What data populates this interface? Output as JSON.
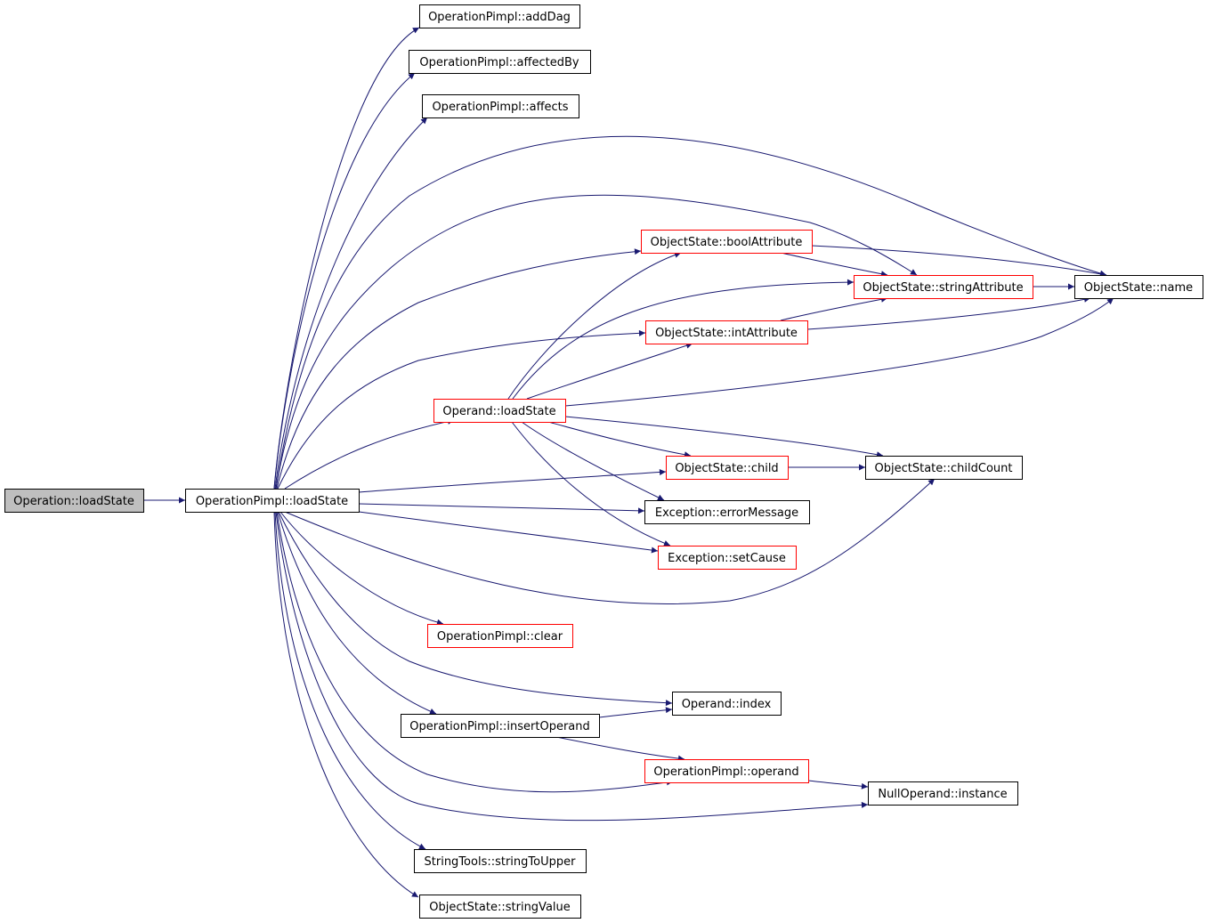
{
  "colors": {
    "edge": "#191970",
    "node_fill": "#ffffff",
    "root_fill": "#bfbfbf",
    "border_normal": "#000000",
    "border_truncated": "#ff0000"
  },
  "nodes": [
    {
      "id": "op_loadstate",
      "label": "Operation::loadState",
      "style": "root"
    },
    {
      "id": "pimpl_loadstate",
      "label": "OperationPimpl::loadState",
      "style": "normal"
    },
    {
      "id": "adddag",
      "label": "OperationPimpl::addDag",
      "style": "normal"
    },
    {
      "id": "affectedby",
      "label": "OperationPimpl::affectedBy",
      "style": "normal"
    },
    {
      "id": "affects",
      "label": "OperationPimpl::affects",
      "style": "normal"
    },
    {
      "id": "boolattr",
      "label": "ObjectState::boolAttribute",
      "style": "truncated"
    },
    {
      "id": "stringattr",
      "label": "ObjectState::stringAttribute",
      "style": "truncated"
    },
    {
      "id": "name",
      "label": "ObjectState::name",
      "style": "normal"
    },
    {
      "id": "intattr",
      "label": "ObjectState::intAttribute",
      "style": "truncated"
    },
    {
      "id": "operand_loadstate",
      "label": "Operand::loadState",
      "style": "truncated"
    },
    {
      "id": "child",
      "label": "ObjectState::child",
      "style": "truncated"
    },
    {
      "id": "childcount",
      "label": "ObjectState::childCount",
      "style": "normal"
    },
    {
      "id": "errormsg",
      "label": "Exception::errorMessage",
      "style": "normal"
    },
    {
      "id": "setcause",
      "label": "Exception::setCause",
      "style": "truncated"
    },
    {
      "id": "clear",
      "label": "OperationPimpl::clear",
      "style": "truncated"
    },
    {
      "id": "index",
      "label": "Operand::index",
      "style": "normal"
    },
    {
      "id": "insertoperand",
      "label": "OperationPimpl::insertOperand",
      "style": "normal"
    },
    {
      "id": "operand",
      "label": "OperationPimpl::operand",
      "style": "truncated"
    },
    {
      "id": "nullinstance",
      "label": "NullOperand::instance",
      "style": "normal"
    },
    {
      "id": "touppper",
      "label": "StringTools::stringToUpper",
      "style": "normal"
    },
    {
      "id": "stringvalue",
      "label": "ObjectState::stringValue",
      "style": "normal"
    }
  ],
  "edges": [
    {
      "from": "op_loadstate",
      "to": "pimpl_loadstate"
    },
    {
      "from": "pimpl_loadstate",
      "to": "adddag"
    },
    {
      "from": "pimpl_loadstate",
      "to": "affectedby"
    },
    {
      "from": "pimpl_loadstate",
      "to": "affects"
    },
    {
      "from": "pimpl_loadstate",
      "to": "name"
    },
    {
      "from": "pimpl_loadstate",
      "to": "stringattr"
    },
    {
      "from": "pimpl_loadstate",
      "to": "boolattr"
    },
    {
      "from": "pimpl_loadstate",
      "to": "intattr"
    },
    {
      "from": "pimpl_loadstate",
      "to": "operand_loadstate"
    },
    {
      "from": "pimpl_loadstate",
      "to": "child"
    },
    {
      "from": "pimpl_loadstate",
      "to": "errormsg"
    },
    {
      "from": "pimpl_loadstate",
      "to": "setcause"
    },
    {
      "from": "pimpl_loadstate",
      "to": "childcount"
    },
    {
      "from": "pimpl_loadstate",
      "to": "clear"
    },
    {
      "from": "pimpl_loadstate",
      "to": "index"
    },
    {
      "from": "pimpl_loadstate",
      "to": "insertoperand"
    },
    {
      "from": "pimpl_loadstate",
      "to": "operand"
    },
    {
      "from": "pimpl_loadstate",
      "to": "nullinstance"
    },
    {
      "from": "pimpl_loadstate",
      "to": "touppper"
    },
    {
      "from": "pimpl_loadstate",
      "to": "stringvalue"
    },
    {
      "from": "boolattr",
      "to": "stringattr"
    },
    {
      "from": "boolattr",
      "to": "name"
    },
    {
      "from": "stringattr",
      "to": "name"
    },
    {
      "from": "intattr",
      "to": "stringattr"
    },
    {
      "from": "intattr",
      "to": "name"
    },
    {
      "from": "operand_loadstate",
      "to": "boolattr"
    },
    {
      "from": "operand_loadstate",
      "to": "stringattr"
    },
    {
      "from": "operand_loadstate",
      "to": "intattr"
    },
    {
      "from": "operand_loadstate",
      "to": "name"
    },
    {
      "from": "operand_loadstate",
      "to": "child"
    },
    {
      "from": "operand_loadstate",
      "to": "childcount"
    },
    {
      "from": "operand_loadstate",
      "to": "errormsg"
    },
    {
      "from": "operand_loadstate",
      "to": "setcause"
    },
    {
      "from": "child",
      "to": "childcount"
    },
    {
      "from": "insertoperand",
      "to": "index"
    },
    {
      "from": "insertoperand",
      "to": "operand"
    },
    {
      "from": "operand",
      "to": "nullinstance"
    }
  ]
}
